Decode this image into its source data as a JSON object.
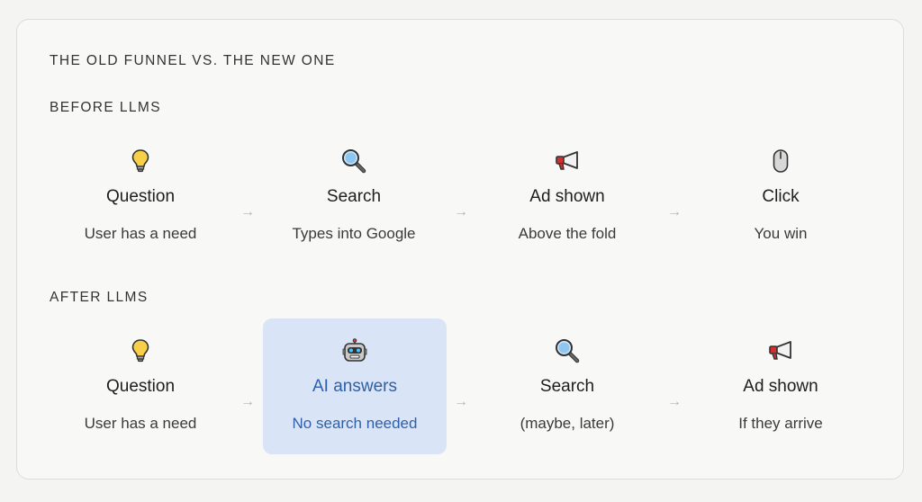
{
  "title": "THE OLD FUNNEL VS. THE NEW ONE",
  "before": {
    "label": "BEFORE LLMS",
    "steps": [
      {
        "icon": "lightbulb-icon",
        "title": "Question",
        "desc": "User has a need"
      },
      {
        "icon": "magnifier-icon",
        "title": "Search",
        "desc": "Types into Google"
      },
      {
        "icon": "megaphone-icon",
        "title": "Ad shown",
        "desc": "Above the fold"
      },
      {
        "icon": "mouse-icon",
        "title": "Click",
        "desc": "You win"
      }
    ]
  },
  "after": {
    "label": "AFTER LLMS",
    "steps": [
      {
        "icon": "lightbulb-icon",
        "title": "Question",
        "desc": "User has a need"
      },
      {
        "icon": "robot-icon",
        "title": "AI answers",
        "desc": "No search needed",
        "highlighted": true
      },
      {
        "icon": "magnifier-icon",
        "title": "Search",
        "desc": "(maybe, later)"
      },
      {
        "icon": "megaphone-icon",
        "title": "Ad shown",
        "desc": "If they arrive"
      }
    ]
  },
  "arrow_glyph": "→",
  "colors": {
    "background": "#f4f4f2",
    "card": "#f8f8f6",
    "highlight_bg": "#d9e5f6",
    "highlight_text": "#2f5fa8",
    "arrow": "#b4b4b4"
  }
}
